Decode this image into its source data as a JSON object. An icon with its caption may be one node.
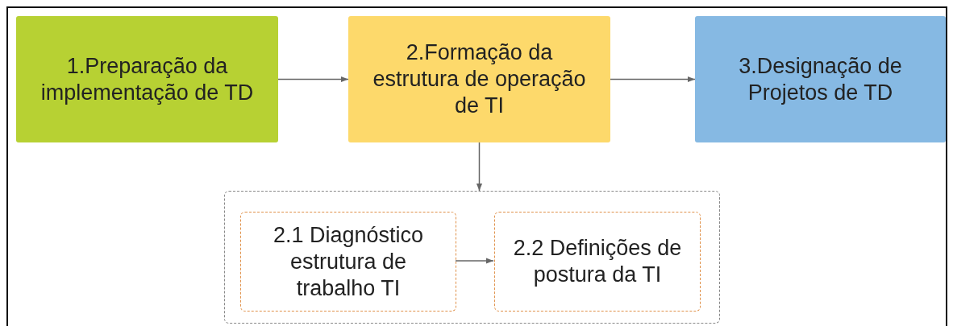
{
  "diagram": {
    "nodes": [
      {
        "text": [
          "1.Preparação da implementação de TD"
        ]
      },
      {
        "text": [
          "2.Formação da estrutura de operação de TI"
        ]
      },
      {
        "text": [
          "3.Designação de Projetos de TD"
        ]
      },
      {
        "text": [],
        "shape": "box"
      },
      {
        "text": [
          "2.1 Diagnóstico estrutura de trabalho TI"
        ],
        "in": 3
      },
      {
        "text": [
          "2.2 Definições de postura da TI"
        ],
        "in": 3
      }
    ],
    "edges": [
      {
        "from": 0,
        "to": 1,
        "arrow": "to"
      },
      {
        "from": 1,
        "to": 2,
        "arrow": "to"
      },
      {
        "from": 1,
        "to": 3,
        "arrow": "to"
      },
      {
        "from": 4,
        "to": 5,
        "arrow": "to"
      }
    ]
  }
}
